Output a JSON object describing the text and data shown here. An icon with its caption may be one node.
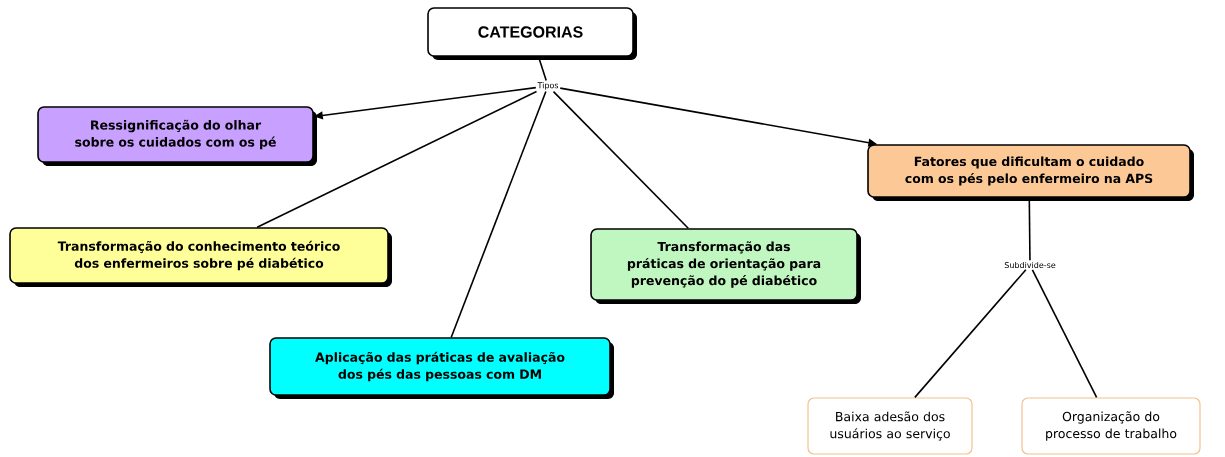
{
  "diagram": {
    "nodes": [
      {
        "text": [
          "CATEGORIAS"
        ]
      },
      {
        "text": [
          "Tipos"
        ]
      },
      {
        "text": [
          "Ressignificação do olhar sobre os cuidados com os pé"
        ]
      },
      {
        "text": [
          "Transformação do conhecimento teórico dos enfermeiros sobre pé diabético"
        ]
      },
      {
        "text": [
          "Transformação das práticas de orientação para prevenção do pé diabético"
        ]
      },
      {
        "text": [
          "Aplicação das práticas de avaliação dos pés das pessoas com DM"
        ]
      },
      {
        "text": [
          "Fatores  que dificultam o cuidado com os pés pelo enfermeiro na APS"
        ]
      },
      {
        "text": [
          "Subdivide-se"
        ]
      },
      {
        "text": [
          "Baixa adesão dos usuários ao serviço"
        ]
      },
      {
        "text": [
          "Organização do processo de trabalho"
        ]
      }
    ],
    "edges": [
      {
        "from": 0,
        "to": 1,
        "arrow": "none"
      },
      {
        "from": 1,
        "to": 2,
        "arrow": "to"
      },
      {
        "from": 1,
        "to": 3,
        "arrow": "none"
      },
      {
        "from": 1,
        "to": 5,
        "arrow": "none"
      },
      {
        "from": 1,
        "to": 4,
        "arrow": "none"
      },
      {
        "from": 1,
        "to": 6,
        "arrow": "to"
      },
      {
        "from": 6,
        "to": 7,
        "arrow": "none"
      },
      {
        "from": 7,
        "to": 8,
        "arrow": "none"
      },
      {
        "from": 7,
        "to": 9,
        "arrow": "none"
      }
    ]
  }
}
